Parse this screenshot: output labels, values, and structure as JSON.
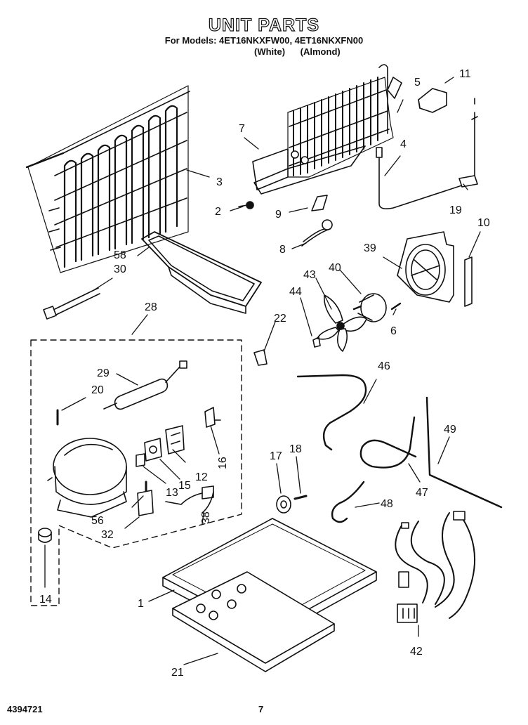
{
  "header": {
    "title": "UNIT PARTS",
    "models_line": "For Models: 4ET16NKXFW00, 4ET16NKXFN00",
    "variants": [
      "(White)",
      "(Almond)"
    ]
  },
  "footer": {
    "doc_number": "4394721",
    "page_number": "7"
  },
  "callouts": [
    {
      "id": "c1",
      "label": "1"
    },
    {
      "id": "c2",
      "label": "2"
    },
    {
      "id": "c3",
      "label": "3"
    },
    {
      "id": "c4",
      "label": "4"
    },
    {
      "id": "c5",
      "label": "5"
    },
    {
      "id": "c6",
      "label": "6"
    },
    {
      "id": "c7",
      "label": "7"
    },
    {
      "id": "c8",
      "label": "8"
    },
    {
      "id": "c9",
      "label": "9"
    },
    {
      "id": "c10",
      "label": "10"
    },
    {
      "id": "c11",
      "label": "11"
    },
    {
      "id": "c12",
      "label": "12"
    },
    {
      "id": "c13",
      "label": "13"
    },
    {
      "id": "c14",
      "label": "14"
    },
    {
      "id": "c15",
      "label": "15"
    },
    {
      "id": "c16",
      "label": "16"
    },
    {
      "id": "c17",
      "label": "17"
    },
    {
      "id": "c18",
      "label": "18"
    },
    {
      "id": "c19",
      "label": "19"
    },
    {
      "id": "c20",
      "label": "20"
    },
    {
      "id": "c21",
      "label": "21"
    },
    {
      "id": "c22",
      "label": "22"
    },
    {
      "id": "c28",
      "label": "28"
    },
    {
      "id": "c29",
      "label": "29"
    },
    {
      "id": "c30",
      "label": "30"
    },
    {
      "id": "c32",
      "label": "32"
    },
    {
      "id": "c38",
      "label": "38"
    },
    {
      "id": "c39",
      "label": "39"
    },
    {
      "id": "c40",
      "label": "40"
    },
    {
      "id": "c42",
      "label": "42"
    },
    {
      "id": "c43",
      "label": "43"
    },
    {
      "id": "c44",
      "label": "44"
    },
    {
      "id": "c46",
      "label": "46"
    },
    {
      "id": "c47",
      "label": "47"
    },
    {
      "id": "c48",
      "label": "48"
    },
    {
      "id": "c49",
      "label": "49"
    },
    {
      "id": "c56",
      "label": "56"
    },
    {
      "id": "c58",
      "label": "58"
    }
  ]
}
